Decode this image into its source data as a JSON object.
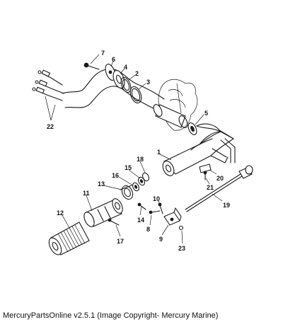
{
  "diagram": {
    "labels": [
      "1",
      "2",
      "3",
      "4",
      "5",
      "6",
      "7",
      "8",
      "9",
      "10",
      "11",
      "12",
      "13",
      "14",
      "15",
      "16",
      "17",
      "18",
      "19",
      "20",
      "21",
      "22",
      "23"
    ]
  },
  "caption": "MercuryPartsOnline v2.5.1 (Image Copyright- Mercury Marine)"
}
